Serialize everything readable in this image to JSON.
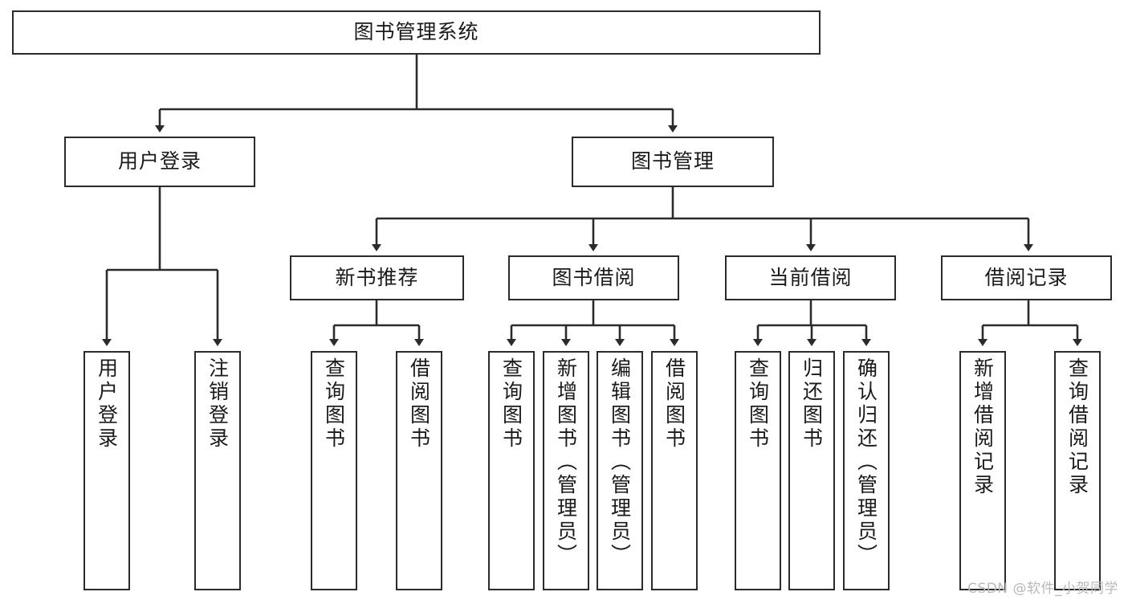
{
  "diagram": {
    "title": "图书管理系统",
    "type": "tree",
    "watermark": "CSDN @软件_小贺同学",
    "colors": {
      "box_border": "#2b2b2b",
      "box_fill": "#ffffff",
      "edge": "#2b2b2b",
      "text": "#1a1a1a",
      "watermark": "#b9b9b9",
      "background": "#ffffff"
    },
    "nodes": {
      "root": {
        "label": "图书管理系统"
      },
      "level1": [
        {
          "label": "用户登录"
        },
        {
          "label": "图书管理"
        }
      ],
      "level2": [
        {
          "label": "新书推荐"
        },
        {
          "label": "图书借阅"
        },
        {
          "label": "当前借阅"
        },
        {
          "label": "借阅记录"
        }
      ],
      "leaves": {
        "user_login": [
          {
            "label": "用户登录"
          },
          {
            "label": "注销登录"
          }
        ],
        "new_book_recommend": [
          {
            "label": "查询图书"
          },
          {
            "label": "借阅图书"
          }
        ],
        "book_borrow": [
          {
            "label": "查询图书"
          },
          {
            "label": "新增图书（管理员）"
          },
          {
            "label": "编辑图书（管理员）"
          },
          {
            "label": "借阅图书"
          }
        ],
        "current_borrow": [
          {
            "label": "查询图书"
          },
          {
            "label": "归还图书"
          },
          {
            "label": "确认归还（管理员）"
          }
        ],
        "borrow_record": [
          {
            "label": "新增借阅记录"
          },
          {
            "label": "查询借阅记录"
          }
        ]
      }
    }
  }
}
